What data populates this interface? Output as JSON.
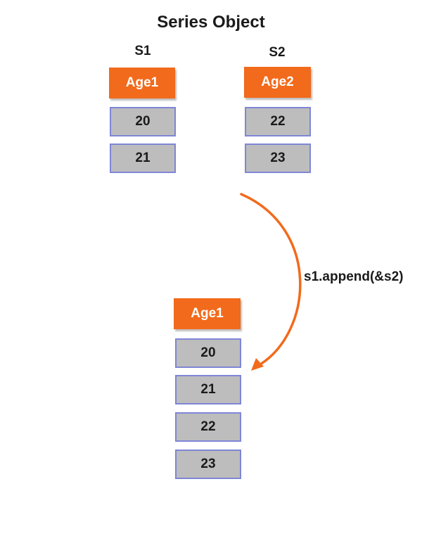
{
  "title": "Series Object",
  "s1": {
    "label": "S1",
    "header": "Age1",
    "values": [
      "20",
      "21"
    ]
  },
  "s2": {
    "label": "S2",
    "header": "Age2",
    "values": [
      "22",
      "23"
    ]
  },
  "operation": "s1.append(&s2)",
  "result": {
    "header": "Age1",
    "values": [
      "20",
      "21",
      "22",
      "23"
    ]
  },
  "colors": {
    "header_bg": "#f26a1b",
    "cell_bg": "#bdbdbd",
    "cell_border": "#7f86d6",
    "arrow": "#f26a1b"
  }
}
